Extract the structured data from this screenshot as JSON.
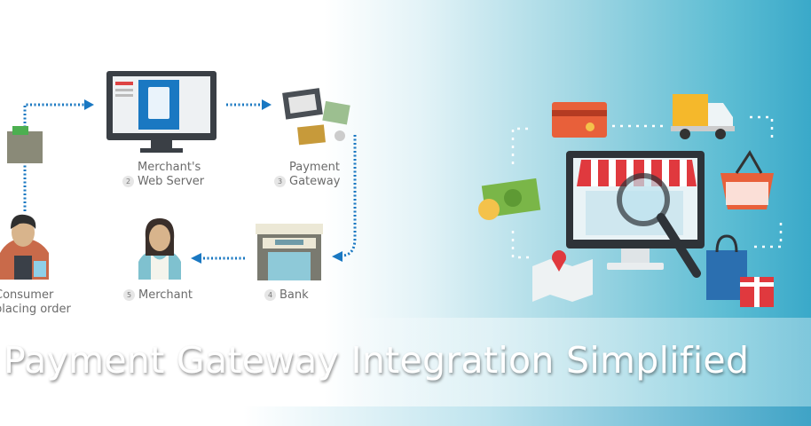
{
  "flow": {
    "steps": [
      {
        "number": "2",
        "label": "Merchant's Web Server"
      },
      {
        "number": "3",
        "label": "Payment Gateway"
      },
      {
        "number": "4",
        "label": "Bank"
      },
      {
        "number": "5",
        "label": "Merchant"
      }
    ],
    "consumer_label": "Consumer placing order"
  },
  "banner": {
    "title": "Payment Gateway Integration Simplified"
  },
  "colors": {
    "arrow": "#1a78c2",
    "teal": "#3aa9c9",
    "red": "#e0393e"
  }
}
